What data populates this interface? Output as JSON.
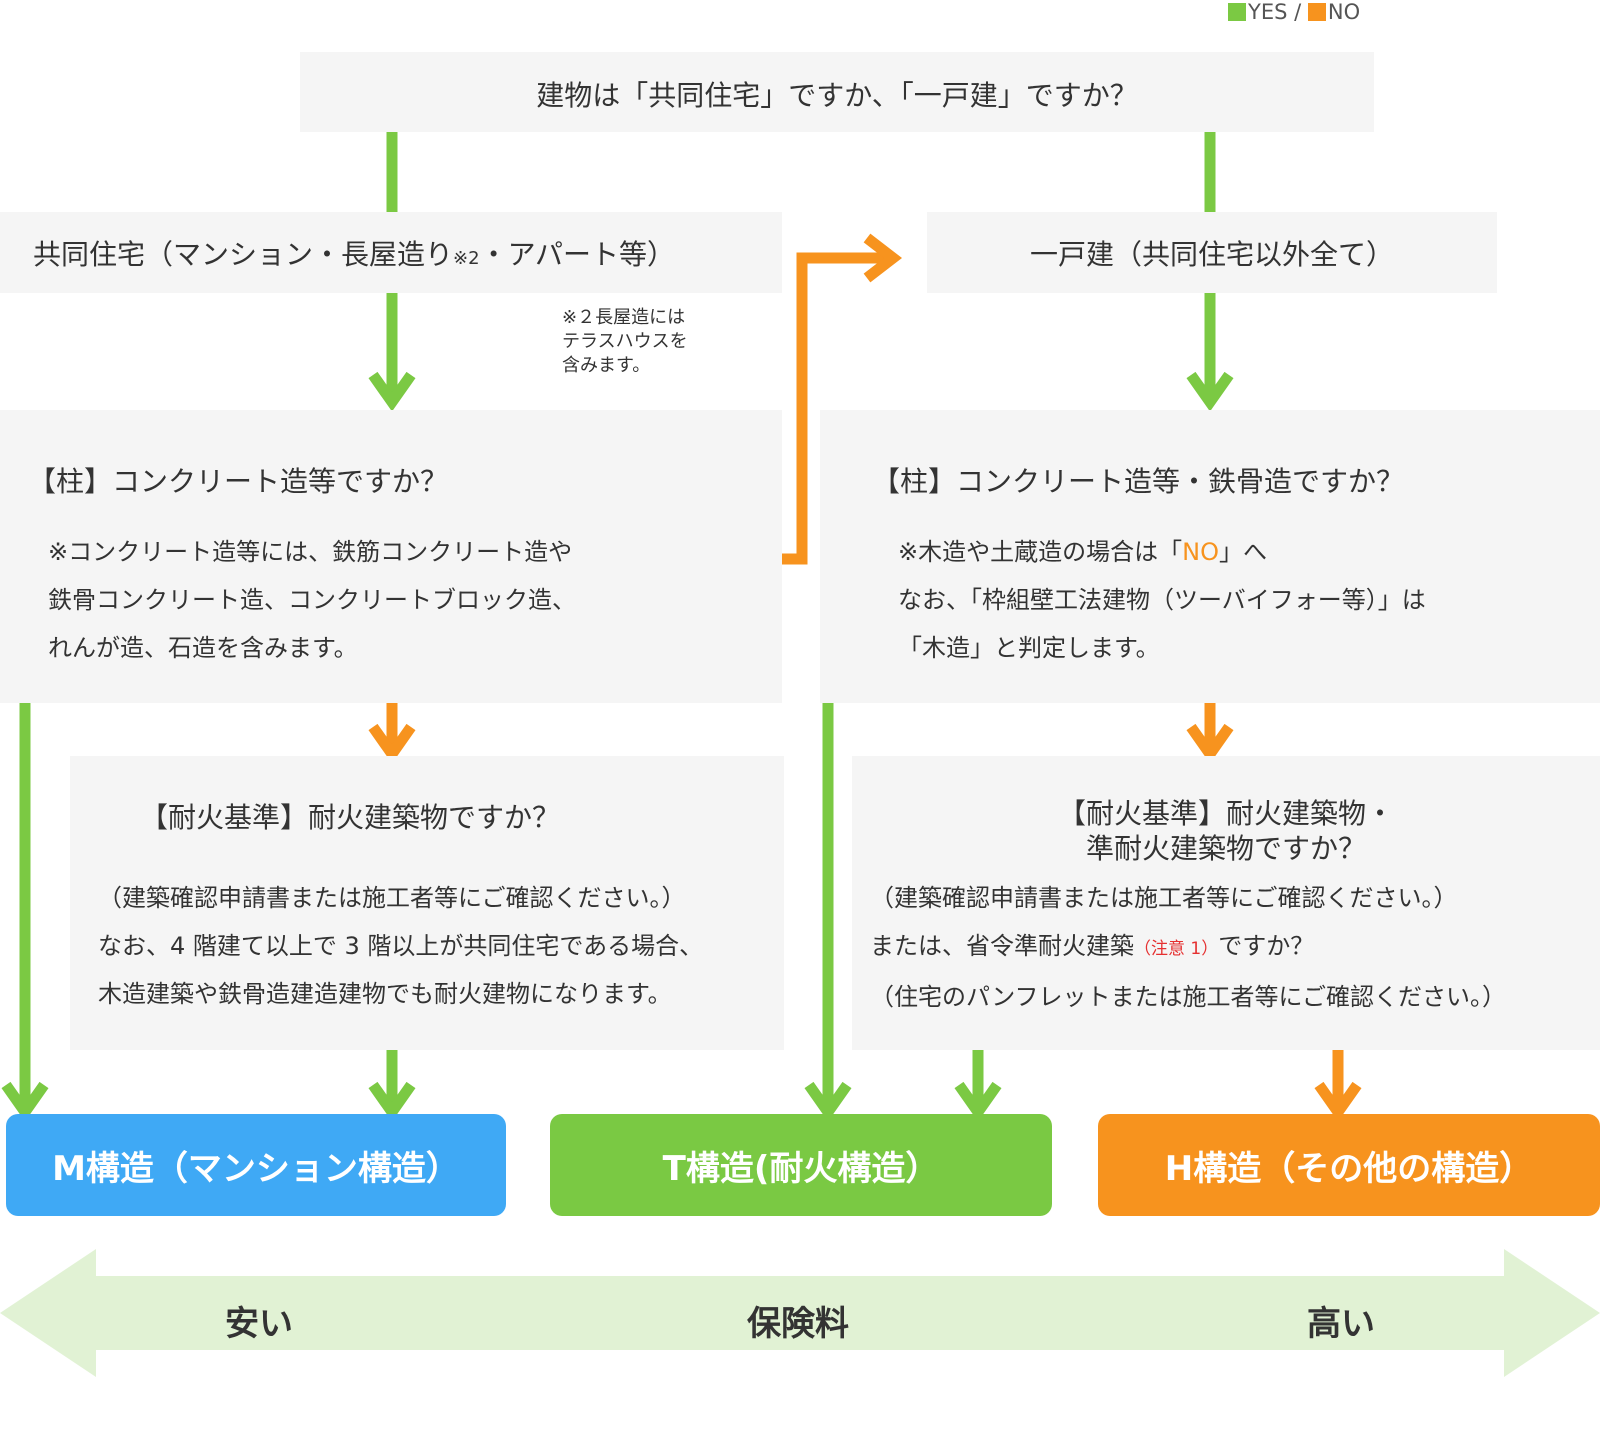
{
  "legend": {
    "yes": "YES",
    "sep": " / ",
    "no": "NO",
    "yes_color": "#7bc943",
    "no_color": "#f7931e"
  },
  "q1": {
    "text": "建物は「共同住宅」ですか、「一戸建」ですか？"
  },
  "left_branch": {
    "text": "共同住宅（マンション・長屋造り",
    "sup": "※2",
    "text_tail": "・アパート等）"
  },
  "right_branch": {
    "text": "一戸建（共同住宅以外全て）"
  },
  "side_note": {
    "lines": [
      "※２長屋造には",
      "テラスハウスを",
      "含みます。"
    ]
  },
  "q2_left": {
    "title": "【柱】コンクリート造等ですか？",
    "lines": [
      "※コンクリート造等には、鉄筋コンクリート造や",
      "鉄骨コンクリート造、コンクリートブロック造、",
      "れんが造、石造を含みます。"
    ]
  },
  "q2_right": {
    "title": "【柱】コンクリート造等・鉄骨造ですか？",
    "line1_pre": "※木造や土蔵造の場合は「",
    "line1_no": "NO",
    "line1_post": "」へ",
    "lines": [
      "なお、「枠組壁工法建物（ツーバイフォー等）」は",
      "「木造」と判定します。"
    ]
  },
  "q3_left": {
    "title": "【耐火基準】耐火建築物ですか？",
    "lines": [
      "（建築確認申請書または施工者等にご確認ください。）",
      "なお、4 階建て以上で 3 階以上が共同住宅である場合、",
      "木造建築や鉄骨造建造建物でも耐火建物になります。"
    ]
  },
  "q3_right": {
    "title_lines": [
      "【耐火基準】耐火建築物・",
      "準耐火建築物ですか？"
    ],
    "line1": "（建築確認申請書または施工者等にご確認ください。）",
    "line2_pre": "または、省令準耐火建築",
    "line2_note": "（注意 1）",
    "line2_post": "ですか？",
    "line3": "（住宅のパンフレットまたは施工者等にご確認ください。）"
  },
  "results": {
    "m": {
      "label": "M構造（マンション構造）",
      "color": "#3fa9f5"
    },
    "t": {
      "label": "T構造(耐火構造）",
      "color": "#7ac943"
    },
    "h": {
      "label": "H構造（その他の構造）",
      "color": "#f7931e"
    }
  },
  "premium": {
    "low": "安い",
    "center": "保険料",
    "high": "高い",
    "band_color": "#e1f2d4"
  }
}
